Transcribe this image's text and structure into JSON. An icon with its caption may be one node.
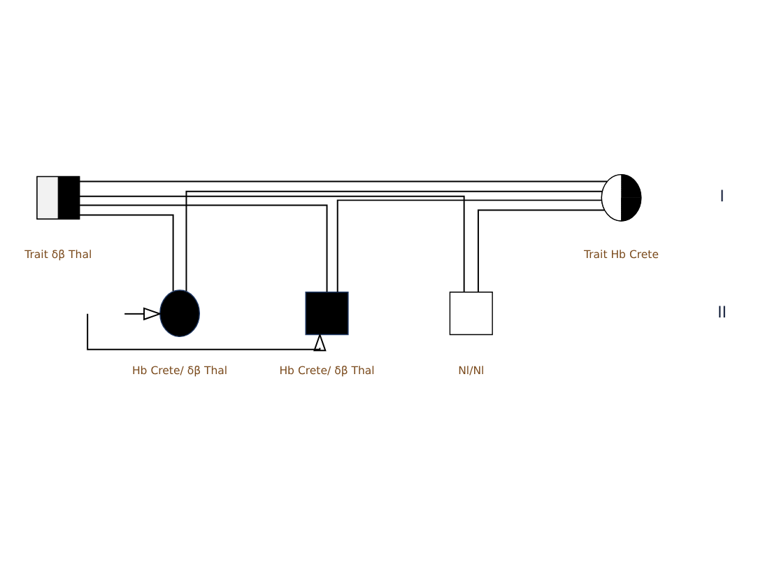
{
  "diagram": {
    "nodes": [
      {
        "text": [],
        "shape": "box",
        "beside": [
          "Trait δβ Thal"
        ]
      },
      {
        "text": [],
        "shape": "circle",
        "beside": [
          "Trait Hb Crete"
        ]
      },
      {
        "text": [],
        "shape": "circle",
        "beside": [
          "Hb Crete/ δβ Thal"
        ]
      },
      {
        "text": [],
        "shape": "box",
        "beside": [
          "Hb Crete/ δβ Thal"
        ]
      },
      {
        "text": [],
        "shape": "box",
        "beside": [
          "Nl/Nl"
        ]
      }
    ],
    "edges": [
      {
        "from": 0,
        "to": 1,
        "arrow": "none"
      },
      {
        "from": 0,
        "to": 2,
        "arrow": "none"
      },
      {
        "from": 0,
        "to": 3,
        "arrow": "none"
      },
      {
        "from": 0,
        "to": 4,
        "arrow": "none"
      },
      {
        "from": 1,
        "to": 2,
        "arrow": "none"
      },
      {
        "from": 1,
        "to": 3,
        "arrow": "none"
      },
      {
        "from": 1,
        "to": 4,
        "arrow": "none"
      },
      {
        "from": null,
        "to": 2,
        "arrow": "to"
      },
      {
        "from": null,
        "to": 3,
        "arrow": "to"
      }
    ],
    "labels": [
      "I",
      "II"
    ]
  }
}
